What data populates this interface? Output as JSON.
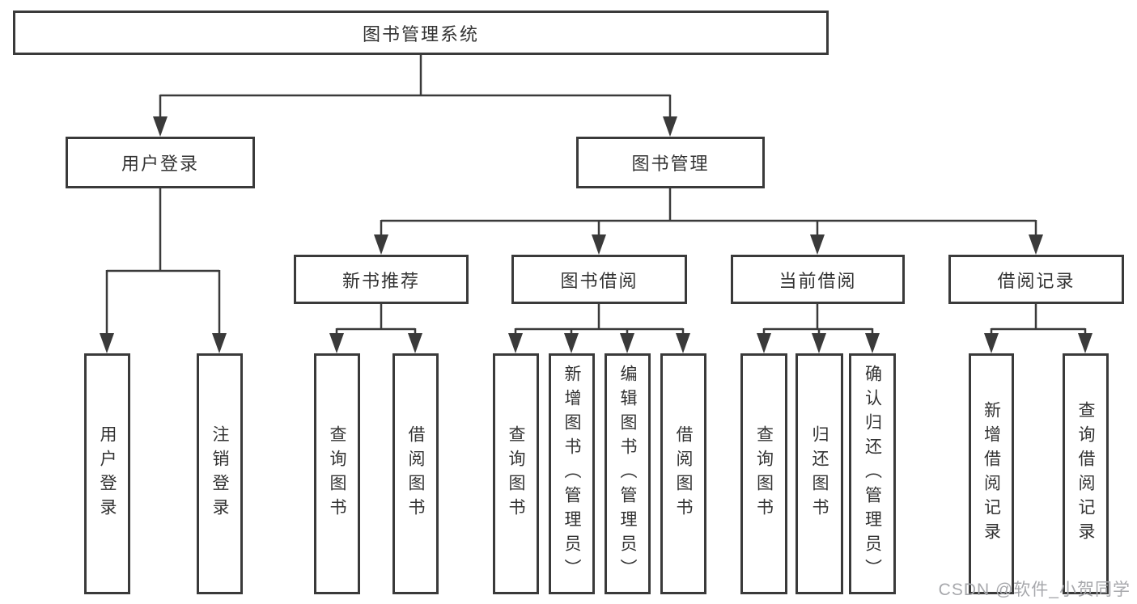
{
  "colors": {
    "line": "#3a3a3a",
    "text": "#333333",
    "box_background": "#ffffff",
    "page_background": "#ffffff",
    "watermark": "#a7a8ac"
  },
  "watermark": {
    "text": "CSDN @软件_小贺同学"
  },
  "tree": {
    "root": {
      "label": "图书管理系统",
      "children": [
        {
          "label": "用户登录",
          "children": [
            {
              "label": "用户登录"
            },
            {
              "label": "注销登录"
            }
          ]
        },
        {
          "label": "图书管理",
          "children": [
            {
              "label": "新书推荐",
              "children": [
                {
                  "label": "查询图书"
                },
                {
                  "label": "借阅图书"
                }
              ]
            },
            {
              "label": "图书借阅",
              "children": [
                {
                  "label": "查询图书"
                },
                {
                  "label": "新增图书（管理员）"
                },
                {
                  "label": "编辑图书（管理员）"
                },
                {
                  "label": "借阅图书"
                }
              ]
            },
            {
              "label": "当前借阅",
              "children": [
                {
                  "label": "查询图书"
                },
                {
                  "label": "归还图书"
                },
                {
                  "label": "确认归还（管理员）"
                }
              ]
            },
            {
              "label": "借阅记录",
              "children": [
                {
                  "label": "新增借阅记录"
                },
                {
                  "label": "查询借阅记录"
                }
              ]
            }
          ]
        }
      ]
    }
  }
}
